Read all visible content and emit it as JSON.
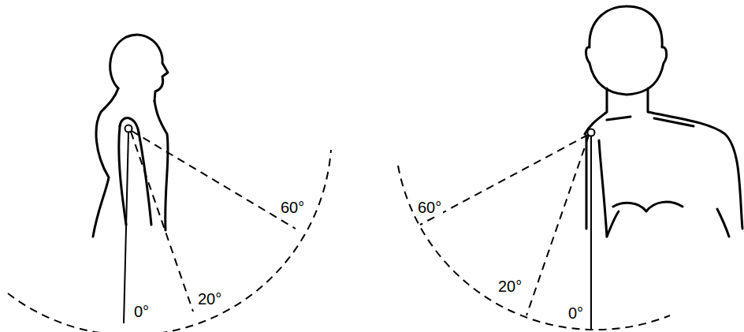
{
  "diagram": {
    "labels": [
      "60°",
      "20°",
      "0°",
      "60°",
      "20°",
      "0°"
    ]
  }
}
